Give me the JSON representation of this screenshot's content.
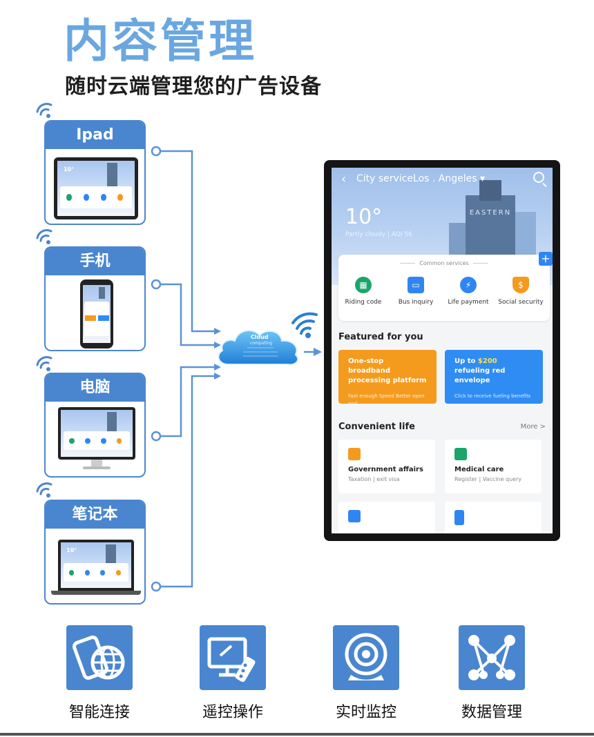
{
  "header": {
    "title": "内容管理",
    "subtitle": "随时云端管理您的广告设备"
  },
  "devices": [
    {
      "label": "Ipad",
      "icon": "tablet-icon"
    },
    {
      "label": "手机",
      "icon": "phone-icon"
    },
    {
      "label": "电脑",
      "icon": "desktop-icon"
    },
    {
      "label": "笔记本",
      "icon": "laptop-icon"
    }
  ],
  "cloud": {
    "label": "Cloud",
    "sublabel": "computing"
  },
  "screen": {
    "city": "City serviceLos . Angeles ▾",
    "building_sign": "EASTERN",
    "temperature": "10°",
    "weather": "Partly cloudy | AQI 56",
    "common_services_title": "Common services",
    "services": [
      {
        "label": "Riding code",
        "icon": "qr-code-icon",
        "color": "#1aa56a"
      },
      {
        "label": "Bus inquiry",
        "icon": "bus-icon",
        "color": "#2f86f2"
      },
      {
        "label": "Life payment",
        "icon": "lightning-icon",
        "color": "#2f86f2"
      },
      {
        "label": "Social security",
        "icon": "shield-dollar-icon",
        "color": "#f49b1e"
      }
    ],
    "featured_title": "Featured for you",
    "promos": [
      {
        "title": "One-stop broadband processing platform",
        "sub": "Fast enough Speed Better open god"
      },
      {
        "title_pre": "Up to ",
        "title_hl": "$200",
        "title_post": " refueling red envelope",
        "sub": "Click to receive fueling benefits"
      }
    ],
    "convenient_title": "Convenient life",
    "more": "More >",
    "life_items": [
      {
        "name": "Government affairs",
        "desc": "Taxation | exit visa",
        "icon": "government-icon",
        "color": "#f49b1e"
      },
      {
        "name": "Medical care",
        "desc": "Register | Vaccine query",
        "icon": "medical-icon",
        "color": "#1aa56a"
      },
      {
        "name": "",
        "desc": "",
        "icon": "car-icon",
        "color": "#2f86f2"
      },
      {
        "name": "",
        "desc": "",
        "icon": "traffic-light-icon",
        "color": "#2f86f2"
      }
    ]
  },
  "features": [
    {
      "label": "智能连接",
      "icon": "smart-connect-icon"
    },
    {
      "label": "遥控操作",
      "icon": "remote-control-icon"
    },
    {
      "label": "实时监控",
      "icon": "camera-icon"
    },
    {
      "label": "数据管理",
      "icon": "network-icon"
    }
  ],
  "colors": {
    "accent": "#4a86cf",
    "title": "#6aa7e0",
    "orange": "#f49b1e",
    "blue": "#2f8cf2"
  }
}
